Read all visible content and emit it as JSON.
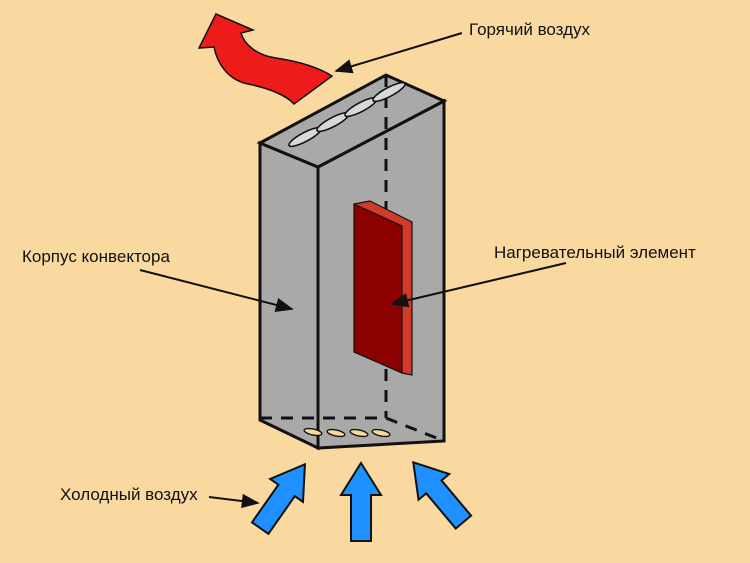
{
  "labels": {
    "hot_air": "Горячий воздух",
    "housing": "Корпус конвектора",
    "heating_element": "Нагревательный элемент",
    "cold_air": "Холодный воздух"
  },
  "colors": {
    "background": "#f9d9a0",
    "housing": "#a9a9a9",
    "heating_element": "#8b0000",
    "heating_element_side": "#d23a2a",
    "hot_air_arrow": "#ee1b1b",
    "cold_air_arrow": "#1e90ff",
    "outline": "#111111"
  }
}
